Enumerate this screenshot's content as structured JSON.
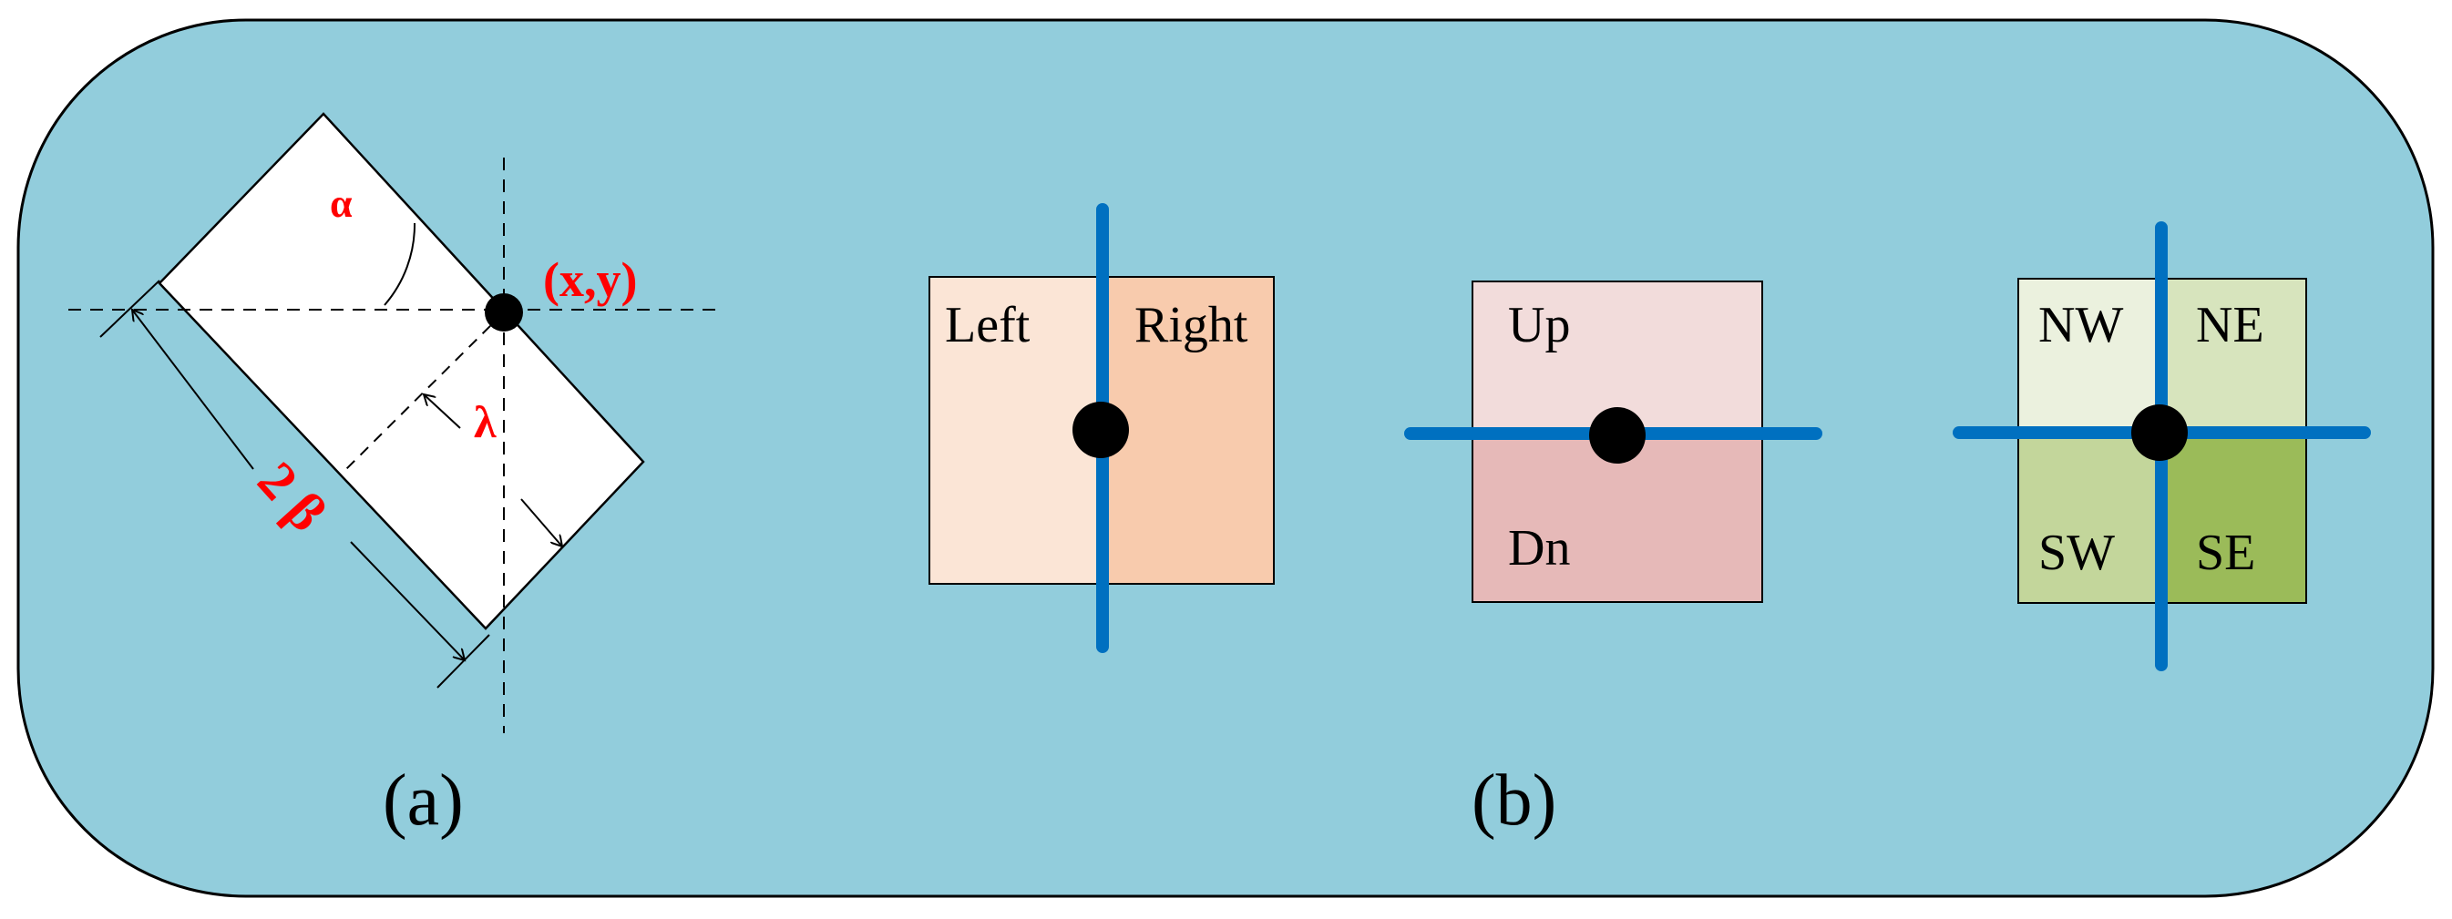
{
  "panel_a": {
    "caption": "(a)",
    "angle_label": "α",
    "point_label": "(x,y)",
    "lambda_label": "λ",
    "width_label": "2 β"
  },
  "panel_b": {
    "caption": "(b)",
    "horizontal_split": {
      "left_label": "Left",
      "right_label": "Right"
    },
    "vertical_split": {
      "up_label": "Up",
      "down_label": "Dn"
    },
    "quadrant_split": {
      "nw_label": "NW",
      "ne_label": "NE",
      "sw_label": "SW",
      "se_label": "SE"
    }
  },
  "colors": {
    "background": "#92CDDC",
    "annotation_red": "#FF0000",
    "cross_line_blue": "#0070C0",
    "left_fill": "#FBE5D6",
    "right_fill": "#F8CBAD",
    "up_fill": "#F2DCDB",
    "down_fill": "#E6B9B8",
    "nw_fill": "#EBF1DE",
    "ne_fill": "#D7E4BD",
    "sw_fill": "#C3D69B",
    "se_fill": "#9BBB59"
  }
}
